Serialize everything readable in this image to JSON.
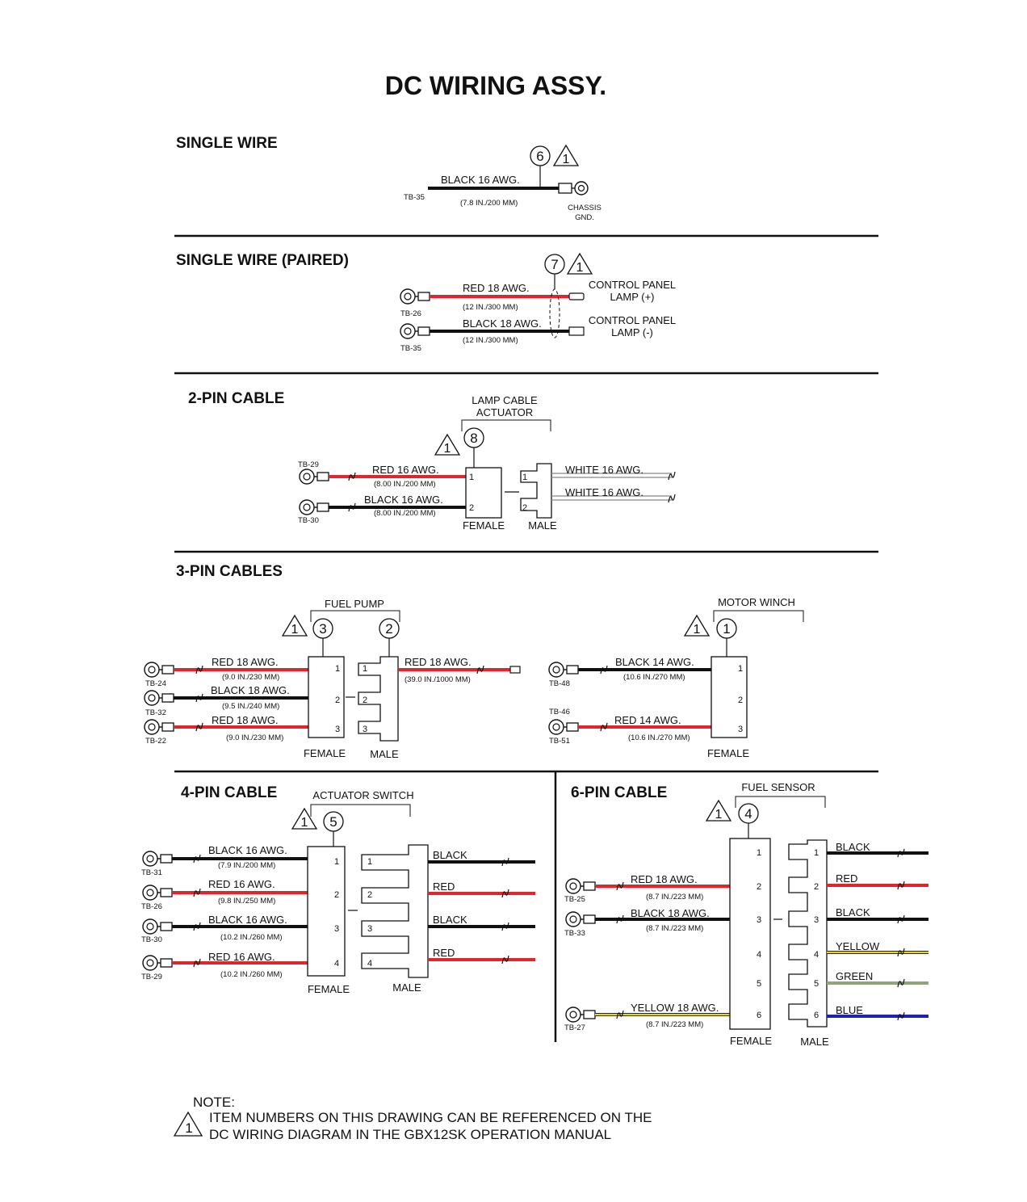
{
  "title": "DC WIRING ASSY.",
  "sections": {
    "single_wire": "SINGLE WIRE",
    "single_wire_paired": "SINGLE WIRE (PAIRED)",
    "two_pin": "2-PIN CABLE",
    "three_pin": "3-PIN CABLES",
    "four_pin": "4-PIN CABLE",
    "six_pin": "6-PIN CABLE"
  },
  "single": {
    "item": "6",
    "rev": "1",
    "tb": "TB-35",
    "wire": "BLACK 16 AWG.",
    "dim": "(7.8 IN./200 MM)",
    "end_1": "CHASSIS",
    "end_2": "GND."
  },
  "paired": {
    "item": "7",
    "rev": "1",
    "w1": {
      "tb": "TB-26",
      "awg": "RED 18 AWG.",
      "dim": "(12 IN./300 MM)",
      "dest_1": "CONTROL PANEL",
      "dest_2": "LAMP (+)"
    },
    "w2": {
      "tb": "TB-35",
      "awg": "BLACK 18 AWG.",
      "dim": "(12 IN./300 MM)",
      "dest_1": "CONTROL PANEL",
      "dest_2": "LAMP (-)"
    }
  },
  "two_pin": {
    "item": "8",
    "rev": "1",
    "group_1": "LAMP CABLE",
    "group_2": "ACTUATOR",
    "w1": {
      "tb": "TB-29",
      "awg": "RED 16 AWG.",
      "dim": "(8.00 IN./200 MM)"
    },
    "w2": {
      "tb": "TB-30",
      "awg": "BLACK 16 AWG.",
      "dim": "(8.00 IN./200 MM)"
    },
    "out_1": "WHITE 16 AWG.",
    "out_2": "WHITE 16 AWG.",
    "pins": [
      "1",
      "2"
    ],
    "female": "FEMALE",
    "male": "MALE"
  },
  "fuel_pump": {
    "group": "FUEL PUMP",
    "rev": "1",
    "item_a": "3",
    "item_b": "2",
    "wires": [
      {
        "tb": "TB-24",
        "awg": "RED 18 AWG.",
        "dim": "(9.0 IN./230 MM)"
      },
      {
        "tb": "TB-32",
        "awg": "BLACK 18 AWG.",
        "dim": "(9.5 IN./240 MM)"
      },
      {
        "tb": "TB-22",
        "awg": "RED 18 AWG.",
        "dim": "(9.0 IN./230 MM)"
      }
    ],
    "out_awg": "RED 18 AWG.",
    "out_dim": "(39.0 IN./1000 MM)",
    "pins": [
      "1",
      "2",
      "3"
    ],
    "female": "FEMALE",
    "male": "MALE"
  },
  "motor_winch": {
    "group": "MOTOR WINCH",
    "rev": "1",
    "item": "1",
    "w1": {
      "tb": "TB-48",
      "awg": "BLACK 14 AWG.",
      "dim": "(10.6 IN./270 MM)"
    },
    "w2": {
      "tb_top": "TB-46",
      "tb": "TB-51",
      "awg": "RED 14 AWG.",
      "dim": "(10.6 IN./270 MM)"
    },
    "pins": [
      "1",
      "2",
      "3"
    ],
    "female": "FEMALE"
  },
  "four_pin": {
    "group": "ACTUATOR SWITCH",
    "rev": "1",
    "item": "5",
    "wires": [
      {
        "tb": "TB-31",
        "awg": "BLACK 16 AWG.",
        "dim": "(7.9 IN./200 MM)"
      },
      {
        "tb": "TB-26",
        "awg": "RED 16 AWG.",
        "dim": "(9.8 IN./250 MM)"
      },
      {
        "tb": "TB-30",
        "awg": "BLACK 16 AWG.",
        "dim": "(10.2 IN./260 MM)"
      },
      {
        "tb": "TB-29",
        "awg": "RED 16 AWG.",
        "dim": "(10.2 IN./260 MM)"
      }
    ],
    "outs": [
      "BLACK",
      "RED",
      "BLACK",
      "RED"
    ],
    "pins": [
      "1",
      "2",
      "3",
      "4"
    ],
    "female": "FEMALE",
    "male": "MALE"
  },
  "six_pin": {
    "group": "FUEL SENSOR",
    "rev": "1",
    "item": "4",
    "w2": {
      "tb": "TB-25",
      "awg": "RED 18 AWG.",
      "dim": "(8.7 IN./223 MM)"
    },
    "w3": {
      "tb": "TB-33",
      "awg": "BLACK 18 AWG.",
      "dim": "(8.7 IN./223 MM)"
    },
    "w6": {
      "tb": "TB-27",
      "awg": "YELLOW 18 AWG.",
      "dim": "(8.7 IN./223 MM)"
    },
    "outs": [
      "BLACK",
      "RED",
      "BLACK",
      "YELLOW",
      "GREEN",
      "BLUE"
    ],
    "pins": [
      "1",
      "2",
      "3",
      "4",
      "5",
      "6"
    ],
    "female": "FEMALE",
    "male": "MALE"
  },
  "note": {
    "heading": "NOTE:",
    "rev": "1",
    "line_1": "ITEM NUMBERS ON THIS DRAWING CAN BE REFERENCED ON THE",
    "line_2": "DC WIRING DIAGRAM IN THE GBX12SK OPERATION MANUAL"
  },
  "colors": {
    "red": "#e0262b",
    "black": "#111111",
    "yellow": "#e8d420",
    "green": "#8fa37c",
    "blue": "#1c22b8",
    "white_wire": "#888888"
  }
}
